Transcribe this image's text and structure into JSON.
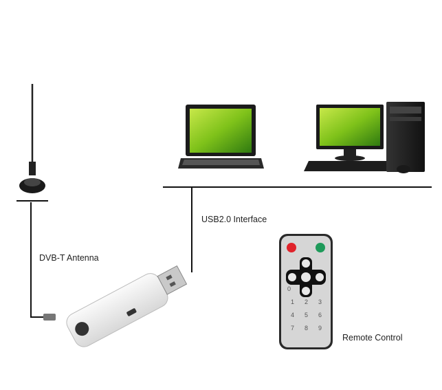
{
  "labels": {
    "antenna": "DVB-T Antenna",
    "interface": "USB2.0 Interface",
    "remote": "Remote Control"
  },
  "remote_keys": [
    "1",
    "2",
    "3",
    "4",
    "5",
    "6",
    "7",
    "8",
    "9",
    "0"
  ],
  "colors": {
    "power_button": "#e0232b",
    "mute_button": "#1e9a5a",
    "line": "#111111",
    "laptop_screen": "#7fc21a",
    "monitor_screen": "#5aa812"
  }
}
